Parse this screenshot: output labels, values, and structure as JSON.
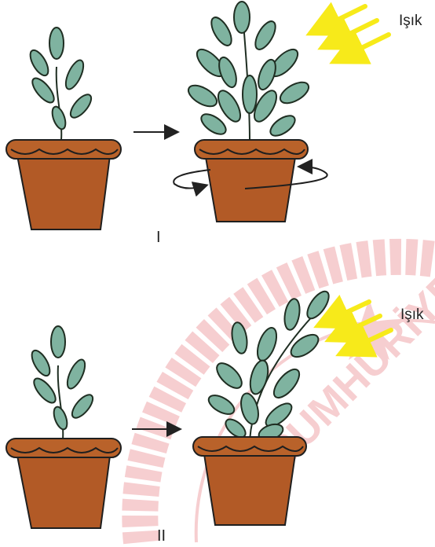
{
  "light_label_top": "Işık",
  "light_label_bottom": "Işık",
  "experiment_1_label": "I",
  "experiment_2_label": "II",
  "watermark_text": "CUMHURİYET",
  "colors": {
    "leaf": "#7fb3a0",
    "leaf_stroke": "#1f2e22",
    "pot": "#b25a26",
    "pot_rim": "#b9622a",
    "light_arrow": "#f7ea1a",
    "watermark": "#e8747a"
  }
}
